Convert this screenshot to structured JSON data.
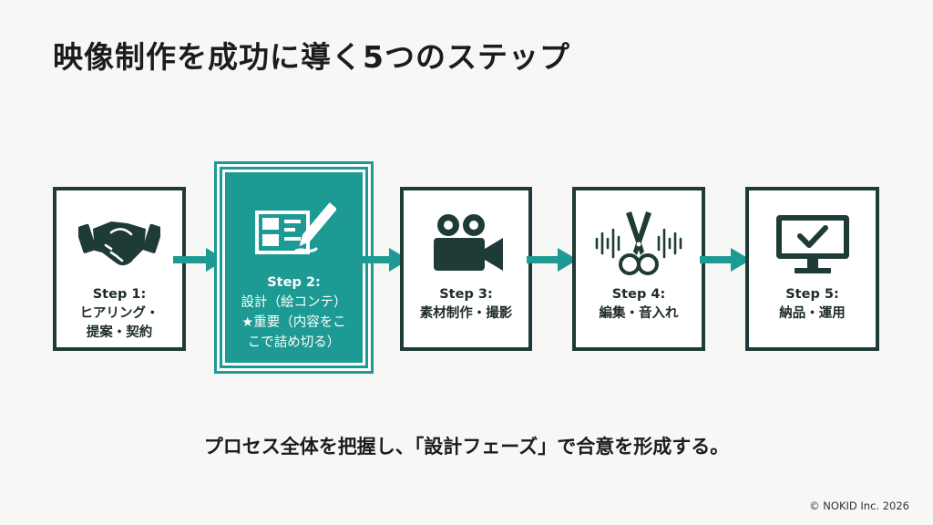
{
  "title": "映像制作を成功に導く5つのステップ",
  "steps": [
    {
      "step": "Step 1:",
      "lines": [
        "ヒアリング・",
        "提案・契約"
      ],
      "icon": "handshake-icon"
    },
    {
      "step": "Step 2:",
      "lines": [
        "設計（絵コンテ）",
        "★重要（内容をこ",
        "こで詰め切る）"
      ],
      "icon": "storyboard-pen-icon"
    },
    {
      "step": "Step 3:",
      "lines": [
        "素材制作・撮影"
      ],
      "icon": "video-camera-icon"
    },
    {
      "step": "Step 4:",
      "lines": [
        "編集・音入れ"
      ],
      "icon": "scissors-soundwave-icon"
    },
    {
      "step": "Step 5:",
      "lines": [
        "納品・運用"
      ],
      "icon": "monitor-check-icon"
    }
  ],
  "summary": "プロセス全体を把握し、「設計フェーズ」で合意を形成する。",
  "footer": "© NOKID Inc. 2026",
  "colors": {
    "teal": "#1d9a93",
    "dark": "#1f3b37"
  }
}
